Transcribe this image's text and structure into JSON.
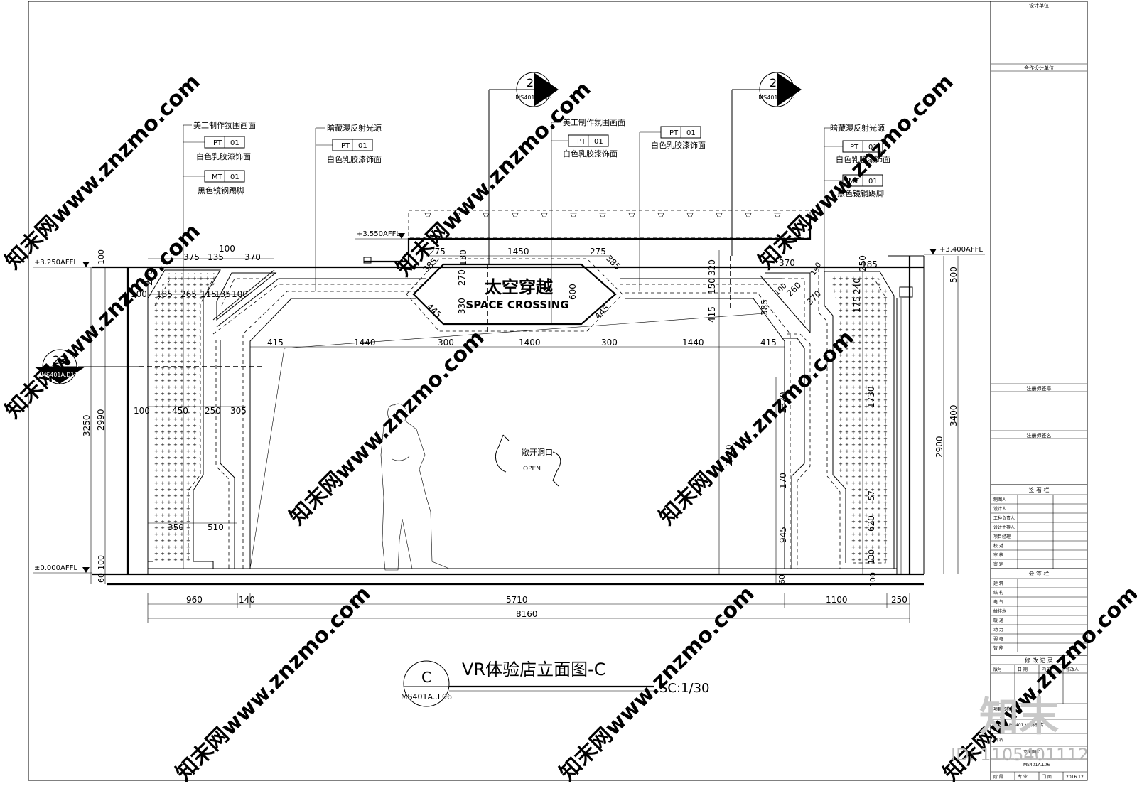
{
  "drawing": {
    "title": "VR体验店立面图-C",
    "scale": "SC:1/30",
    "title_symbol": {
      "letter": "C",
      "ref": "MS401A..L06"
    },
    "sign_cn": "太空穿越",
    "sign_en": "SPACE CROSSING",
    "opening_cn": "敞开洞口",
    "opening_en": "OPEN"
  },
  "levels": {
    "left_top": "+3.250AFFL",
    "left_floor": "±0.000AFFL",
    "ceiling": "+3.550AFFL",
    "right_top": "+3.400AFFL"
  },
  "section_markers": [
    {
      "num": "24",
      "ref": "MS401A.D13"
    },
    {
      "num": "25",
      "ref": "MS401A.D13"
    },
    {
      "num": "23",
      "ref": "MS401A.D12"
    }
  ],
  "callouts": {
    "a_title": "美工制作氛围画面",
    "a_code1": "PT",
    "a_num1": "01",
    "a_desc1": "白色乳胶漆饰面",
    "a_code2": "MT",
    "a_num2": "01",
    "a_desc2": "黑色镜钢踢脚",
    "b_title": "暗藏漫反射光源",
    "b_code1": "PT",
    "b_num1": "01",
    "b_desc1": "白色乳胶漆饰面",
    "c_title": "美工制作氛围画面",
    "c_code1": "PT",
    "c_num1": "01",
    "c_desc1": "白色乳胶漆饰面",
    "d_code1": "PT",
    "d_num1": "01",
    "d_desc1": "白色乳胶漆饰面",
    "e_title": "暗藏漫反射光源",
    "e_code1": "PT",
    "e_num1": "01",
    "e_desc1": "白色乳胶漆饰面",
    "e_code2": "MT",
    "e_num2": "01",
    "e_desc2": "黑色镜钢踢脚"
  },
  "dims": {
    "d375": "375",
    "d135": "135",
    "d100a": "100",
    "d370a": "370",
    "d270": "270",
    "d185a": "185",
    "d265": "265",
    "d115": "115",
    "d135b": "135",
    "d100b": "100",
    "d100c": "100",
    "d275a": "275",
    "d1450": "1450",
    "d275b": "275",
    "d385a": "385",
    "d385b": "385",
    "d130": "130",
    "d270b": "270",
    "d330": "330",
    "d600": "600",
    "d445a": "445",
    "d445b": "445",
    "d320": "320",
    "d150": "150",
    "d415v": "415",
    "d370b": "370",
    "d140": "140",
    "d185b": "185",
    "d250a": "250",
    "d260": "260",
    "d370c": "370",
    "d385c": "385",
    "d100d": "100",
    "d240": "240",
    "d175": "175",
    "d415a": "415",
    "d1440a": "1440",
    "d300a": "300",
    "d1400": "1400",
    "d300b": "300",
    "d1440b": "1440",
    "d415b": "415",
    "d100e": "100",
    "d450": "450",
    "d250b": "250",
    "d305": "305",
    "d350": "350",
    "d510": "510",
    "d1320": "1320",
    "d170": "170",
    "d945": "945",
    "d2510": "2510",
    "d60a": "60",
    "d1730": "1730",
    "d57": "57",
    "d620": "620",
    "d130b": "130",
    "d100f": "100",
    "d3250": "3250",
    "d2990": "2990",
    "d100g": "100",
    "d100h": "100",
    "d60b": "60",
    "d500": "500",
    "d2900": "2900",
    "d3400": "3400",
    "d960": "960",
    "d140b": "140",
    "d5710": "5710",
    "d1100": "1100",
    "d250c": "250",
    "d8160": "8160"
  },
  "title_block": {
    "design_unit": "设计单位",
    "coop_unit": "合作设计单位",
    "reg_stamp": "注册师签章",
    "reg_sign": "注册师签名",
    "sign_header": "签 署 栏",
    "sign_rows": [
      "制图人",
      "设计人",
      "工种负责人",
      "设计主持人",
      "项目经理",
      "校 对",
      "审 核",
      "审 定"
    ],
    "cosign_header": "会 签 栏",
    "cosign_rows": [
      "建 筑",
      "结 构",
      "电 气",
      "给排水",
      "暖 通",
      "动 力",
      "弱 电",
      "智 能"
    ],
    "rev_header": "修 改 记 录",
    "rev_cols": [
      "版号",
      "日 期",
      "内 容",
      "修改人"
    ],
    "project": "项目名称",
    "project_name": "MS401 VR体验店",
    "drawing_label": "图 名",
    "drawing_name": "立面图-C",
    "drawing_no": "MS401A.L06",
    "bottom_cells": [
      "阶 段",
      "专 业",
      "门 面",
      "2016.12"
    ]
  },
  "watermark": {
    "site": "知末网www.znzmo.com",
    "brand": "知末",
    "id": "ID: 1105401112"
  }
}
